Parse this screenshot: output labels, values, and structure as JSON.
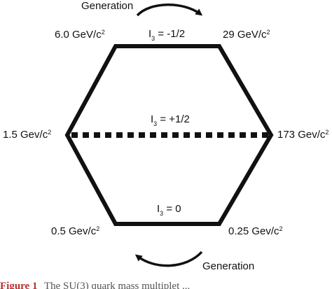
{
  "generation_label": "Generation",
  "i3_symbol": "I",
  "i3_subscript": "3",
  "levels": {
    "top": " = -1/2",
    "middle": " = +1/2",
    "bottom": " = 0"
  },
  "masses": {
    "top_left": {
      "value": "6.0 GeV/c",
      "exp": "2"
    },
    "top_right": {
      "value": "29 GeV/c",
      "exp": "2"
    },
    "mid_left": {
      "value": "1.5 Gev/c",
      "exp": "2"
    },
    "mid_right": {
      "value": "173 Gev/c",
      "exp": "2"
    },
    "bot_left": {
      "value": "0.5 Gev/c",
      "exp": "2"
    },
    "bot_right": {
      "value": "0.25 Gev/c",
      "exp": "2"
    }
  },
  "caption": {
    "label": "Figure 1",
    "text": "The SU(3) quark mass multiplet ..."
  },
  "colors": {
    "line": "#111111",
    "caption_label": "#b8312f",
    "caption_text": "#555555"
  }
}
